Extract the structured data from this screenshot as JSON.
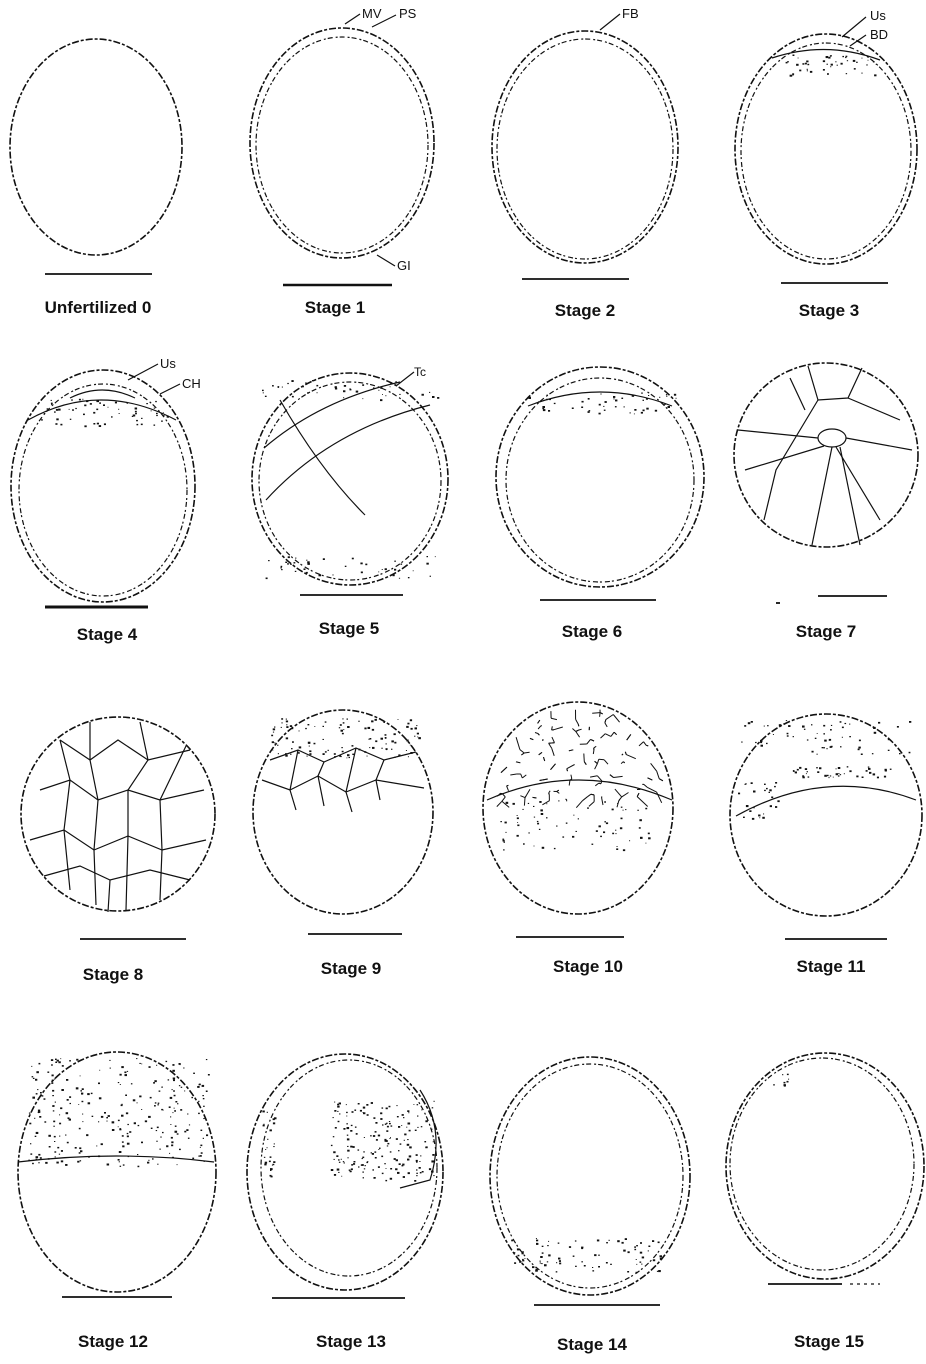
{
  "stages": [
    {
      "id": "unfertilized-0",
      "label": "Unfertilized 0",
      "annotations": []
    },
    {
      "id": "stage-1",
      "label": "Stage 1",
      "annotations": [
        "MV",
        "PS",
        "GI"
      ]
    },
    {
      "id": "stage-2",
      "label": "Stage 2",
      "annotations": [
        "FB"
      ]
    },
    {
      "id": "stage-3",
      "label": "Stage 3",
      "annotations": [
        "Us",
        "BD"
      ]
    },
    {
      "id": "stage-4",
      "label": "Stage 4",
      "annotations": [
        "Us",
        "CH"
      ]
    },
    {
      "id": "stage-5",
      "label": "Stage 5",
      "annotations": [
        "Tc"
      ]
    },
    {
      "id": "stage-6",
      "label": "Stage 6",
      "annotations": []
    },
    {
      "id": "stage-7",
      "label": "Stage 7",
      "annotations": []
    },
    {
      "id": "stage-8",
      "label": "Stage 8",
      "annotations": []
    },
    {
      "id": "stage-9",
      "label": "Stage 9",
      "annotations": []
    },
    {
      "id": "stage-10",
      "label": "Stage 10",
      "annotations": []
    },
    {
      "id": "stage-11",
      "label": "Stage 11",
      "annotations": []
    },
    {
      "id": "stage-12",
      "label": "Stage 12",
      "annotations": []
    },
    {
      "id": "stage-13",
      "label": "Stage 13",
      "annotations": []
    },
    {
      "id": "stage-14",
      "label": "Stage 14",
      "annotations": []
    },
    {
      "id": "stage-15",
      "label": "Stage 15",
      "annotations": []
    }
  ],
  "colors": {
    "ink": "#111111",
    "background": "#ffffff"
  }
}
